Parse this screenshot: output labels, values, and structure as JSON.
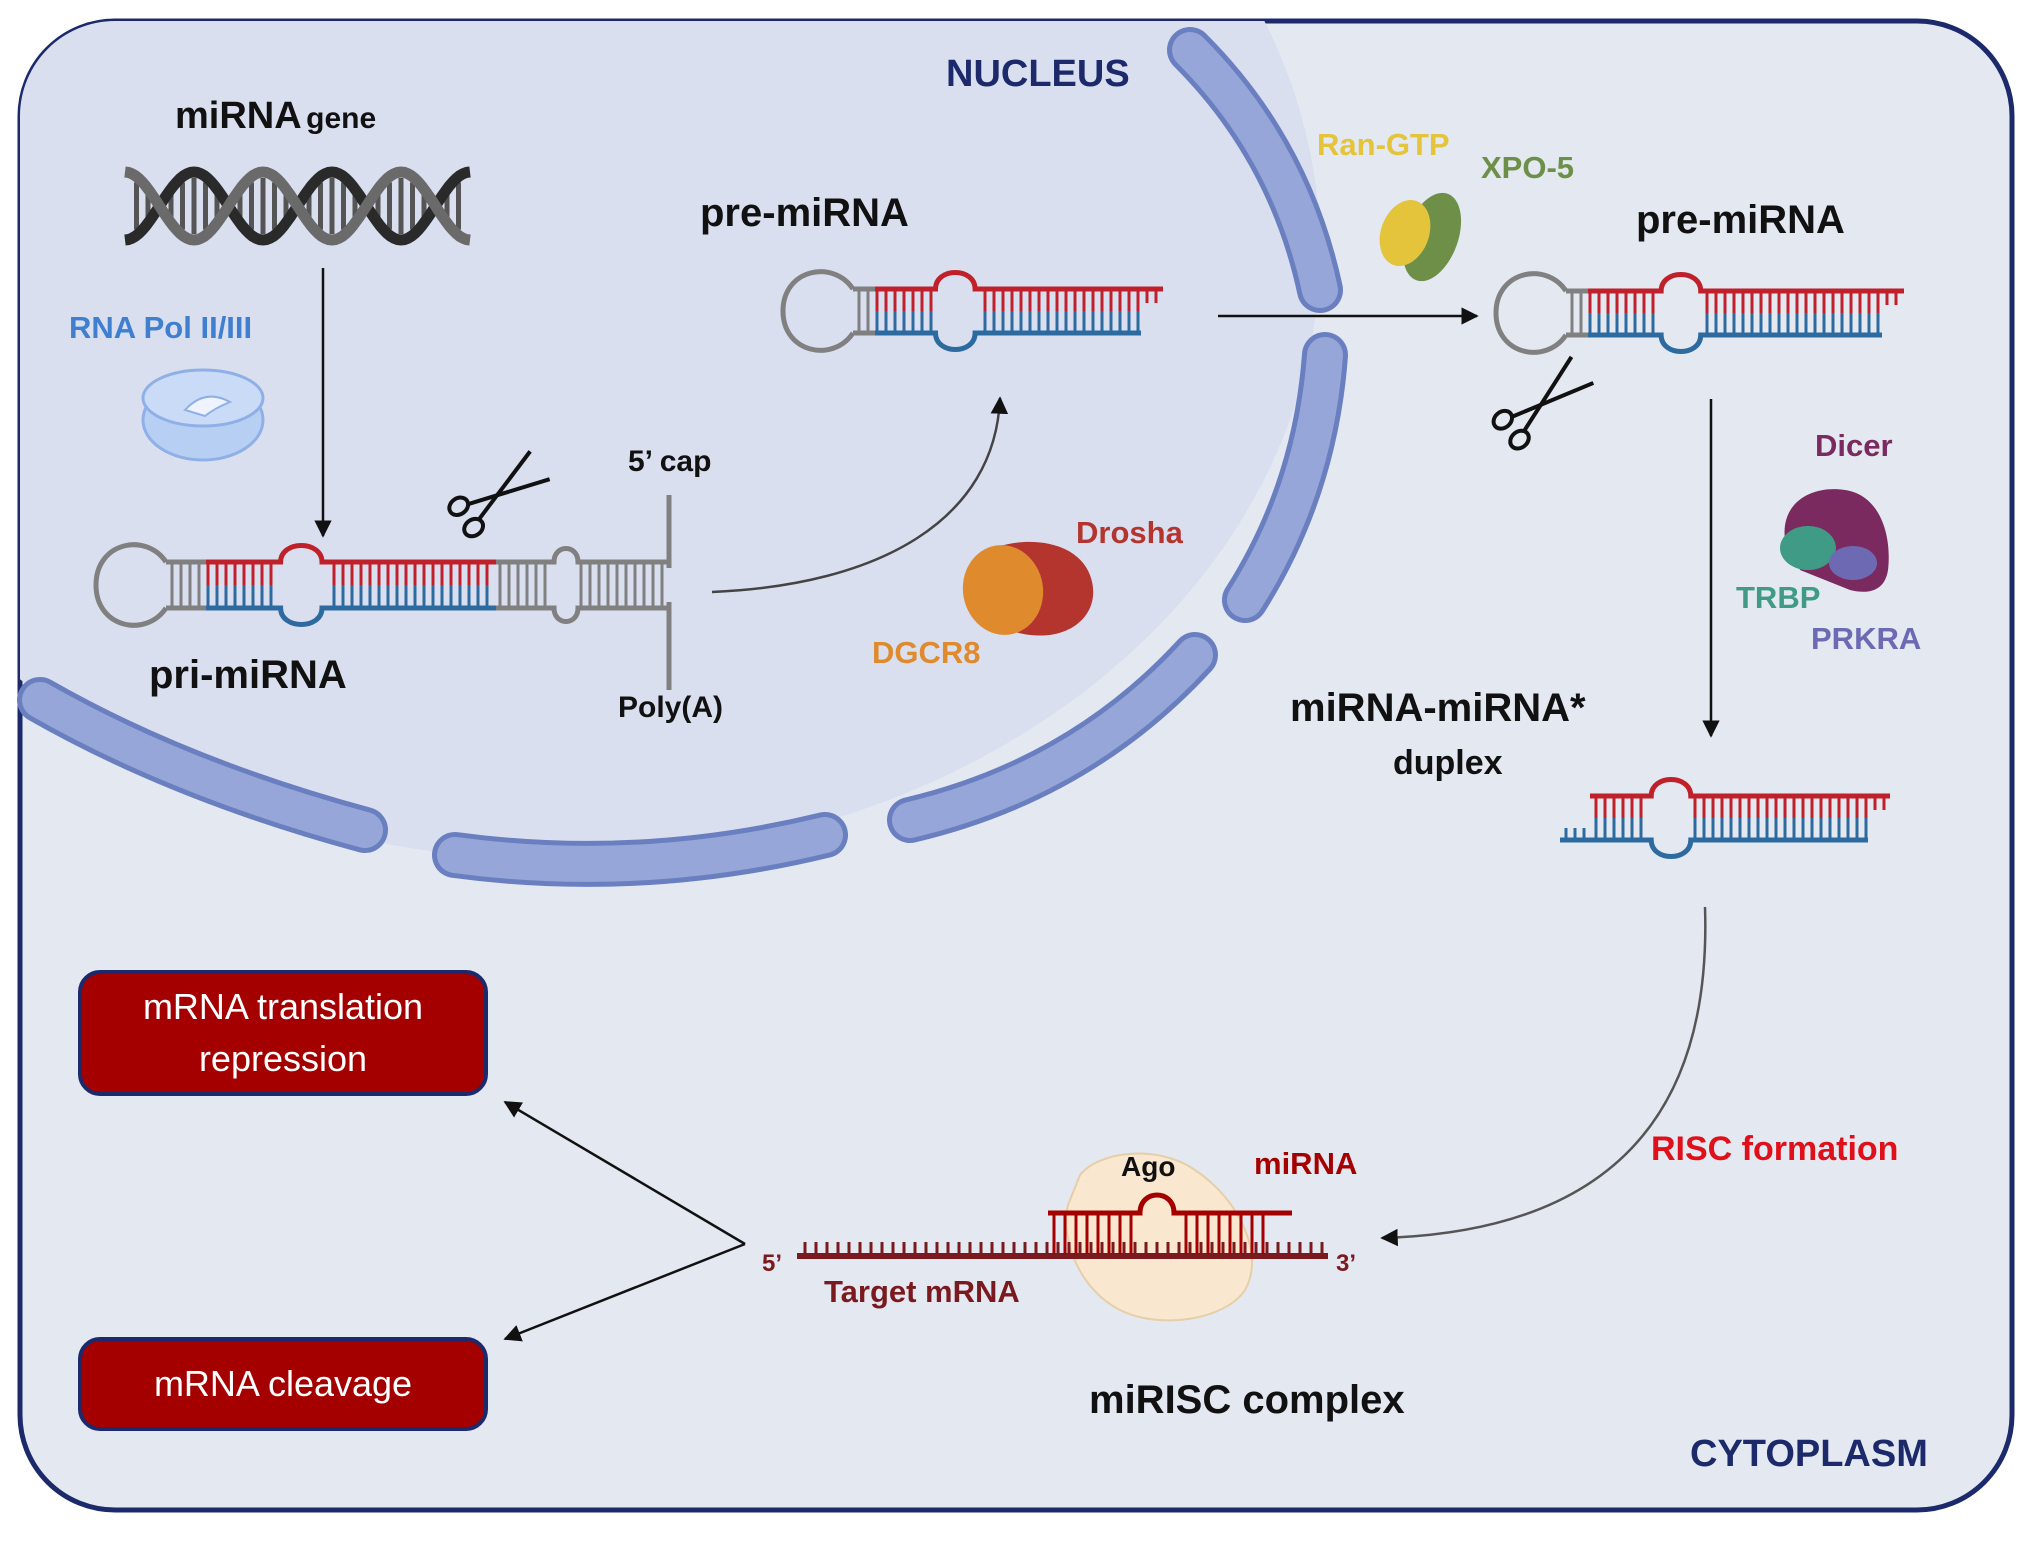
{
  "regions": {
    "nucleus": "NUCLEUS",
    "cytoplasm": "CYTOPLASM"
  },
  "nucleus_steps": {
    "gene_label_main": "miRNA",
    "gene_label_sub": "gene",
    "polymerase": "RNA Pol II/III",
    "pri_mirna": "pri-miRNA",
    "five_cap": "5’ cap",
    "poly_a": "Poly(A)",
    "pre_mirna": "pre-miRNA",
    "drosha": "Drosha",
    "dgcr8": "DGCR8"
  },
  "export": {
    "ran_gtp": "Ran-GTP",
    "xpo5": "XPO-5"
  },
  "cytoplasm_steps": {
    "pre_mirna": "pre-miRNA",
    "dicer": "Dicer",
    "trbp": "TRBP",
    "prkra": "PRKRA",
    "duplex_line1": "miRNA-miRNA*",
    "duplex_line2": "duplex",
    "risc_formation": "RISC formation",
    "ago": "Ago",
    "mirna": "miRNA",
    "target_mrna": "Target mRNA",
    "five_prime": "5’",
    "three_prime": "3’",
    "mirisc_complex": "miRISC complex"
  },
  "outcomes": {
    "translation_line1": "mRNA translation",
    "translation_line2": "repression",
    "cleavage": "mRNA cleavage"
  },
  "colors": {
    "frame": "#1c2a6b",
    "cytoplasm_bg": "#e3e8f1",
    "nucleus_bg": "#dadff0",
    "membrane": "#8c9dd2",
    "membrane_edge": "#6a7fc0",
    "region_label": "#1c2a6b",
    "mirna_strand": "#c0202a",
    "star_strand": "#2d6aa0",
    "loop_gray": "#808080",
    "polymerase": "#3f7fd0",
    "polymerase_fill": "#b7cff3",
    "drosha": "#b3352e",
    "dgcr8": "#e08a2e",
    "ran_gtp": "#e3c43a",
    "xpo5": "#6e8f48",
    "dicer": "#7a2a5e",
    "trbp": "#3f9a86",
    "prkra": "#6d6ab3",
    "risc_formation": "#e0101a",
    "ago_fill": "#f9e8cf",
    "target_mrna": "#7a1a1e",
    "mirna_label": "#a50000",
    "outcome_box": "#a50000"
  }
}
